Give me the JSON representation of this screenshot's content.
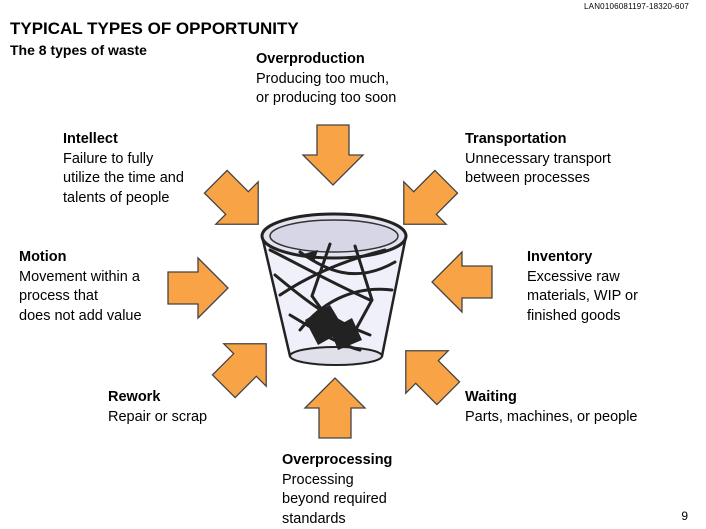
{
  "doc_id": "LAN0106081197-18320-607",
  "title": "TYPICAL TYPES OF OPPORTUNITY",
  "subtitle": "The 8 types of waste",
  "wastes": {
    "overproduction": {
      "heading": "Overproduction",
      "desc": "Producing too much,\nor producing too soon"
    },
    "intellect": {
      "heading": "Intellect",
      "desc": "Failure to fully\nutilize the time and\ntalents of people"
    },
    "transportation": {
      "heading": "Transportation",
      "desc": "Unnecessary transport\nbetween processes"
    },
    "motion": {
      "heading": "Motion",
      "desc": "Movement within a\nprocess that\ndoes not add value"
    },
    "inventory": {
      "heading": "Inventory",
      "desc": "Excessive raw\nmaterials, WIP or\nfinished goods"
    },
    "rework": {
      "heading": "Rework",
      "desc": "Repair or scrap"
    },
    "waiting": {
      "heading": "Waiting",
      "desc": "Parts, machines, or people"
    },
    "overprocessing": {
      "heading": "Overprocessing",
      "desc": "Processing\nbeyond required\nstandards"
    }
  },
  "page_number": "9",
  "colors": {
    "arrow_fill": "#f7a346",
    "arrow_stroke": "#444444",
    "basket_body": "#f0f0fa"
  },
  "icons": {
    "center": "wastebasket-icon",
    "arrows": "arrow-icon"
  }
}
